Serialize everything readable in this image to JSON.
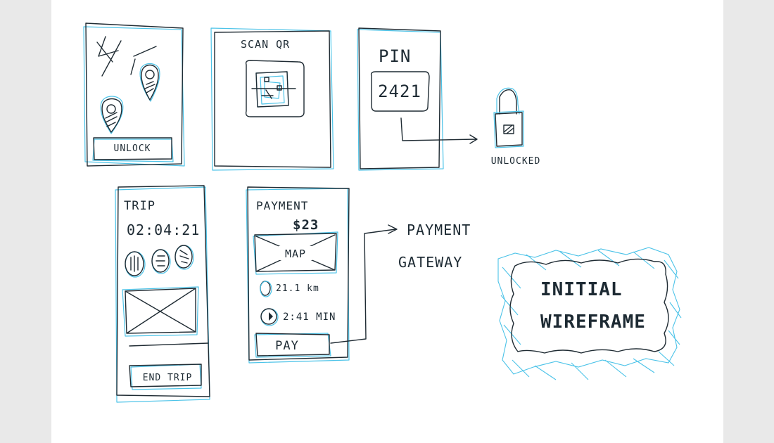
{
  "colors": {
    "ink": "#1f2b33",
    "highlight": "#4cc3e8",
    "paper": "#ffffff",
    "background": "#e9e9e9"
  },
  "screens": {
    "map": {
      "button_label": "UNLOCK"
    },
    "scan": {
      "title": "SCAN QR"
    },
    "pin": {
      "title": "PIN",
      "code": "2421"
    },
    "lock": {
      "label": "UNLOCKED"
    },
    "trip": {
      "title": "TRIP",
      "timer": "02:04:21",
      "button_label": "END TRIP"
    },
    "payment": {
      "title": "PAYMENT",
      "amount": "$23",
      "map_label": "MAP",
      "distance": "21.1 km",
      "duration": "2:41 MIN",
      "button_label": "PAY"
    },
    "gateway": {
      "line1": "PAYMENT",
      "line2": "GATEWAY"
    }
  },
  "stamp": {
    "line1": "INITIAL",
    "line2": "WIREFRAME"
  },
  "icons": [
    "map-pin-icon",
    "qr-code-icon",
    "padlock-icon",
    "placeholder-image-icon",
    "clock-icon",
    "timer-icon",
    "arrow-icon"
  ]
}
